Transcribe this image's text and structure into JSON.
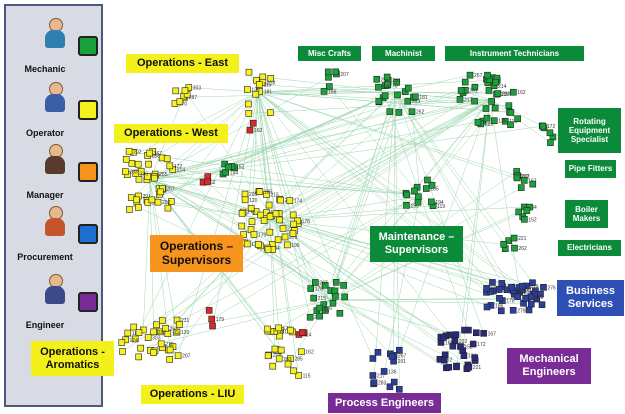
{
  "legend": [
    {
      "label": "Mechanic",
      "color": "#1aa13a",
      "icon": "mechanic-icon"
    },
    {
      "label": "Operator",
      "color": "#f5f01e",
      "icon": "operator-icon"
    },
    {
      "label": "Manager",
      "color": "#f7941d",
      "icon": "manager-icon"
    },
    {
      "label": "Procurement",
      "color": "#1f6fd1",
      "icon": "procurement-icon"
    },
    {
      "label": "Engineer",
      "color": "#7a2c96",
      "icon": "engineer-icon"
    }
  ],
  "groups": {
    "ops_east": "Operations - East",
    "ops_west": "Operations - West",
    "ops_supervisors": "Operations – Supervisors",
    "ops_aromatics": "Operations - Aromatics",
    "ops_liu": "Operations - LIU",
    "misc_crafts": "Misc Crafts",
    "machinist": "Machinist",
    "instrument": "Instrument Technicians",
    "rotating": "Rotating Equipment Specialist",
    "pipe_fitters": "Pipe Fitters",
    "boiler": "Boiler Makers",
    "electricians": "Electricians",
    "maint_supervisors": "Maintenance – Supervisors",
    "business": "Business Services",
    "mech_eng": "Mechanical Engineers",
    "process_eng": "Process Engineers"
  },
  "node_ids": [
    "287",
    "270",
    "303",
    "181",
    "126",
    "218",
    "115",
    "162",
    "285",
    "283",
    "214",
    "217",
    "291",
    "267",
    "136",
    "283",
    "169",
    "172",
    "202",
    "202",
    "167",
    "134",
    "152",
    "262",
    "221",
    "205",
    "190",
    "119",
    "194",
    "196",
    "215",
    "279",
    "276",
    "267",
    "178",
    "179",
    "174",
    "120",
    "185",
    "207",
    "156",
    "231",
    "262"
  ],
  "colors": {
    "mechanic": "#1aa13a",
    "operator": "#f5f01e",
    "procurement": "#2c3e9e",
    "engineer": "#2b2a7a",
    "manager": "#e0262b",
    "edge": "#9fd7b0"
  }
}
